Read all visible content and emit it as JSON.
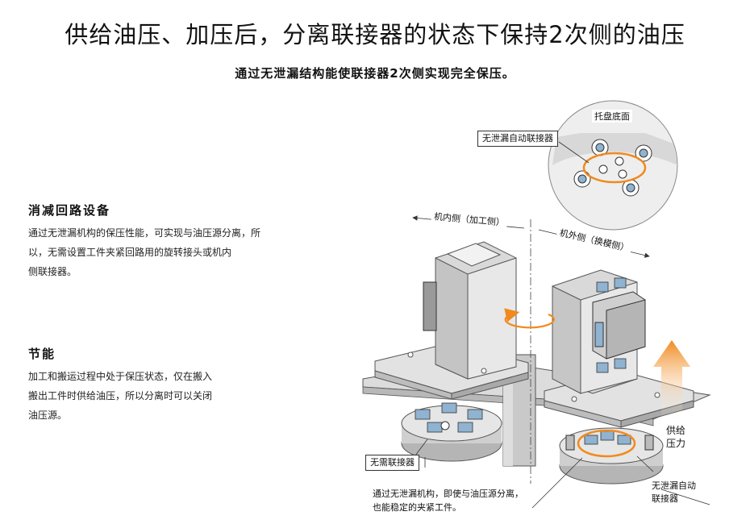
{
  "header": {
    "title": "供给油压、加压后，分离联接器的状态下保持2次侧的油压",
    "subtitle": "通过无泄漏结构能使联接器2次侧实现完全保压。"
  },
  "sections": [
    {
      "heading": "消减回路设备",
      "body": "通过无泄漏机构的保压性能，可实现与油压源分离，所\n以，无需设置工件夹紧回路用的旋转接头或机内\n侧联接器。"
    },
    {
      "heading": "节能",
      "body": "加工和搬运过程中处于保压状态，仅在搬入\n搬出工件时供给油压，所以分离时可以关闭\n油压源。"
    }
  ],
  "figure": {
    "pallet_bottom_label": "托盘底面",
    "auto_coupler_top_label": "无泄漏自动联接器",
    "inner_side_label": "机内侧（加工侧）",
    "outer_side_label": "机外侧（换模侧）",
    "supply_pressure_line1": "供给",
    "supply_pressure_line2": "压力",
    "no_coupler_label": "无需联接器",
    "note_line1": "通过无泄漏机构，即使与油压源分离，",
    "note_line2": "也能稳定的夹紧工件。",
    "auto_coupler_bottom_line1": "无泄漏自动",
    "auto_coupler_bottom_line2": "联接器"
  },
  "colors": {
    "accent_orange": "#f08a1e",
    "steel_light": "#e3e3e3",
    "steel_mid": "#c6c6c6",
    "steel_dark": "#9a9a9a",
    "coupler_blue": "#8fb3d0"
  }
}
